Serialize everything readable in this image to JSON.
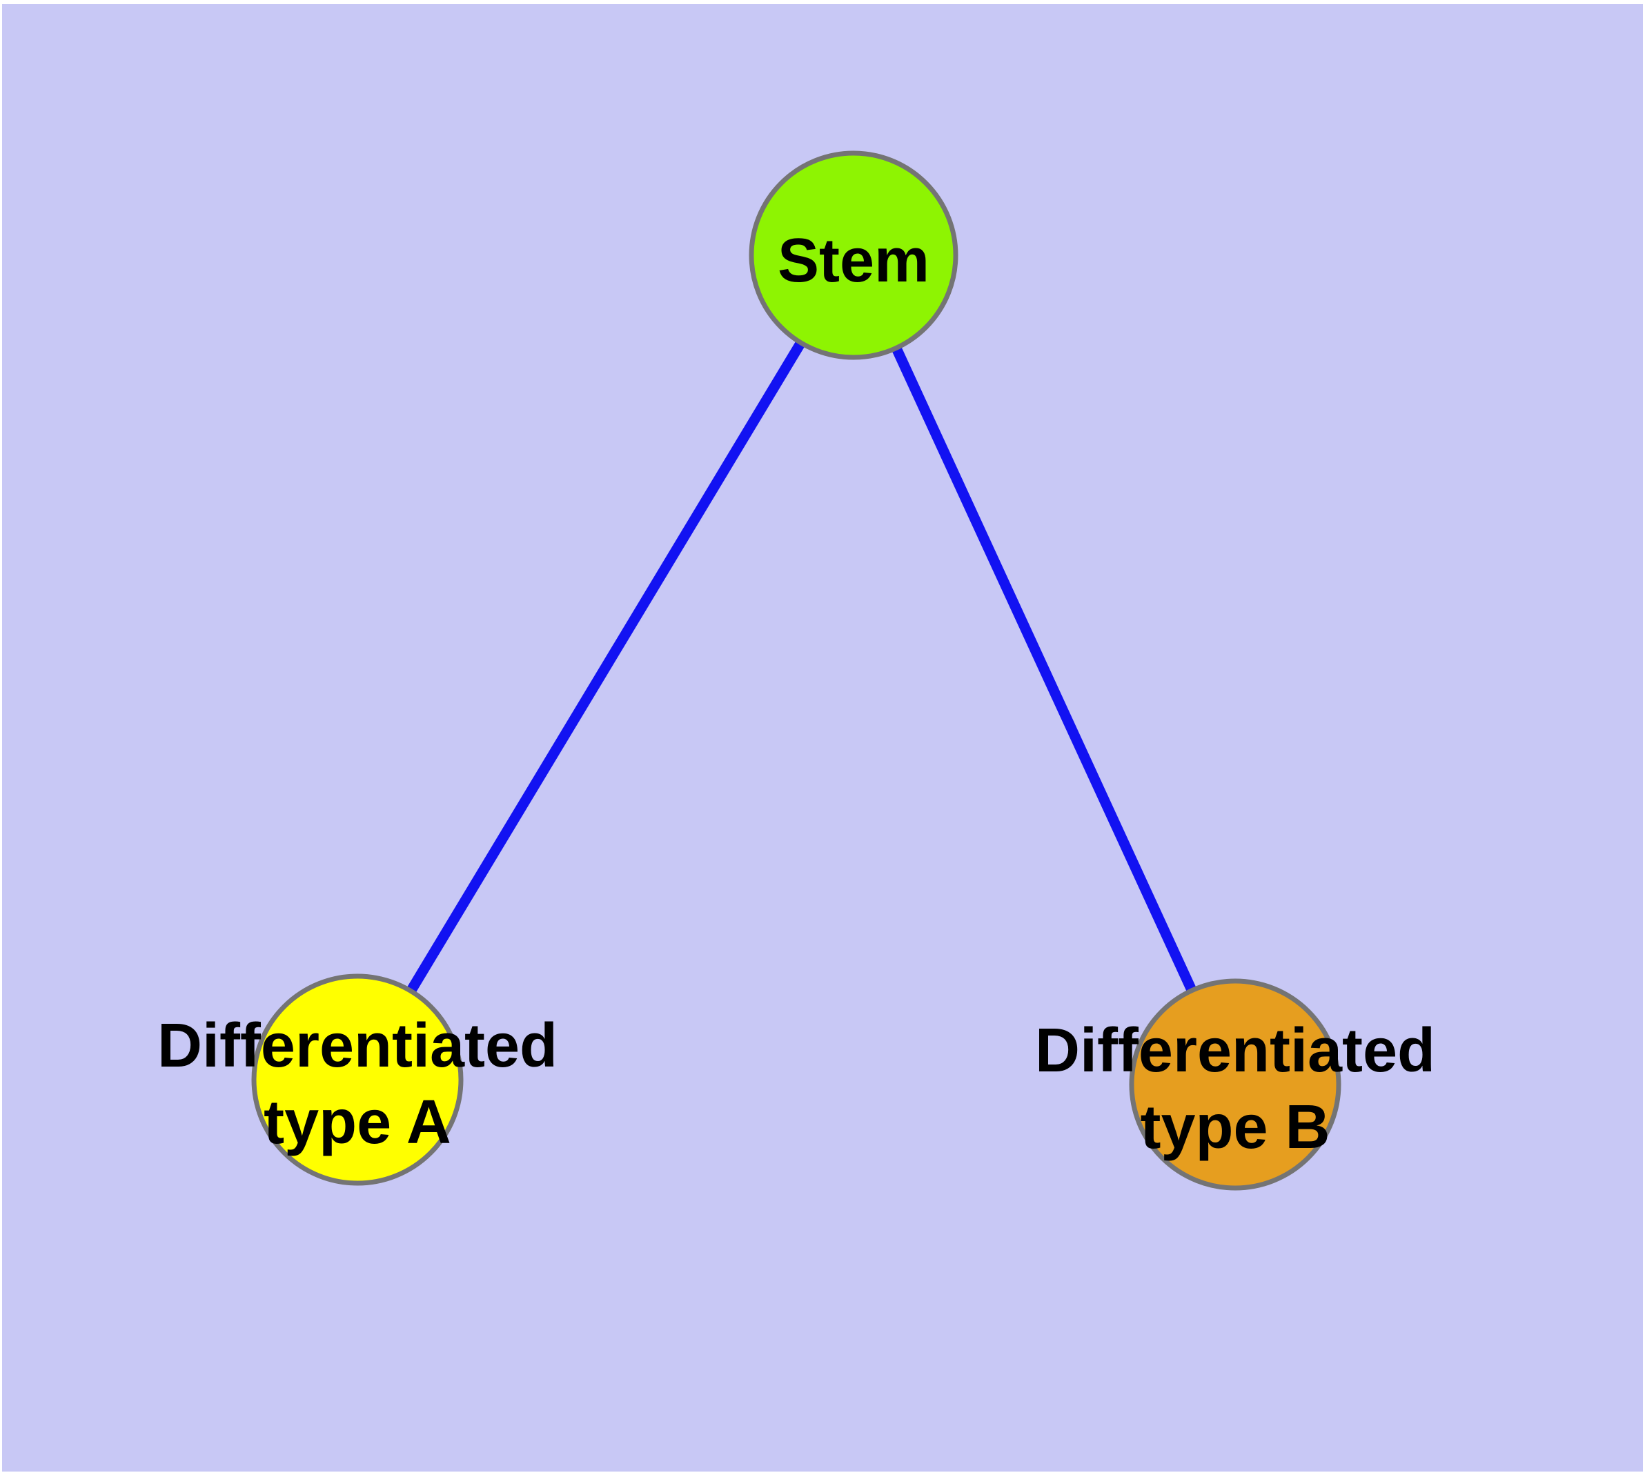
{
  "diagram": {
    "type": "graph",
    "colors": {
      "background": "#c8c8f5",
      "page_margin": "#ffffff",
      "edge": "#1212f2",
      "node_border": "#747474",
      "label": "#000000"
    },
    "nodes": [
      {
        "id": "stem",
        "label": "Stem",
        "lines": [
          "Stem"
        ],
        "fill": "#8ef402"
      },
      {
        "id": "differentiated-type-a",
        "label": "Differentiated type A",
        "lines": [
          "Differentiated",
          "type A"
        ],
        "fill": "#ffff00"
      },
      {
        "id": "differentiated-type-b",
        "label": "Differentiated type B",
        "lines": [
          "Differentiated",
          "type B"
        ],
        "fill": "#e69e1f"
      }
    ],
    "edges": [
      {
        "source": "Stem",
        "target": "Differentiated type A"
      },
      {
        "source": "Stem",
        "target": "Differentiated type B"
      }
    ]
  }
}
